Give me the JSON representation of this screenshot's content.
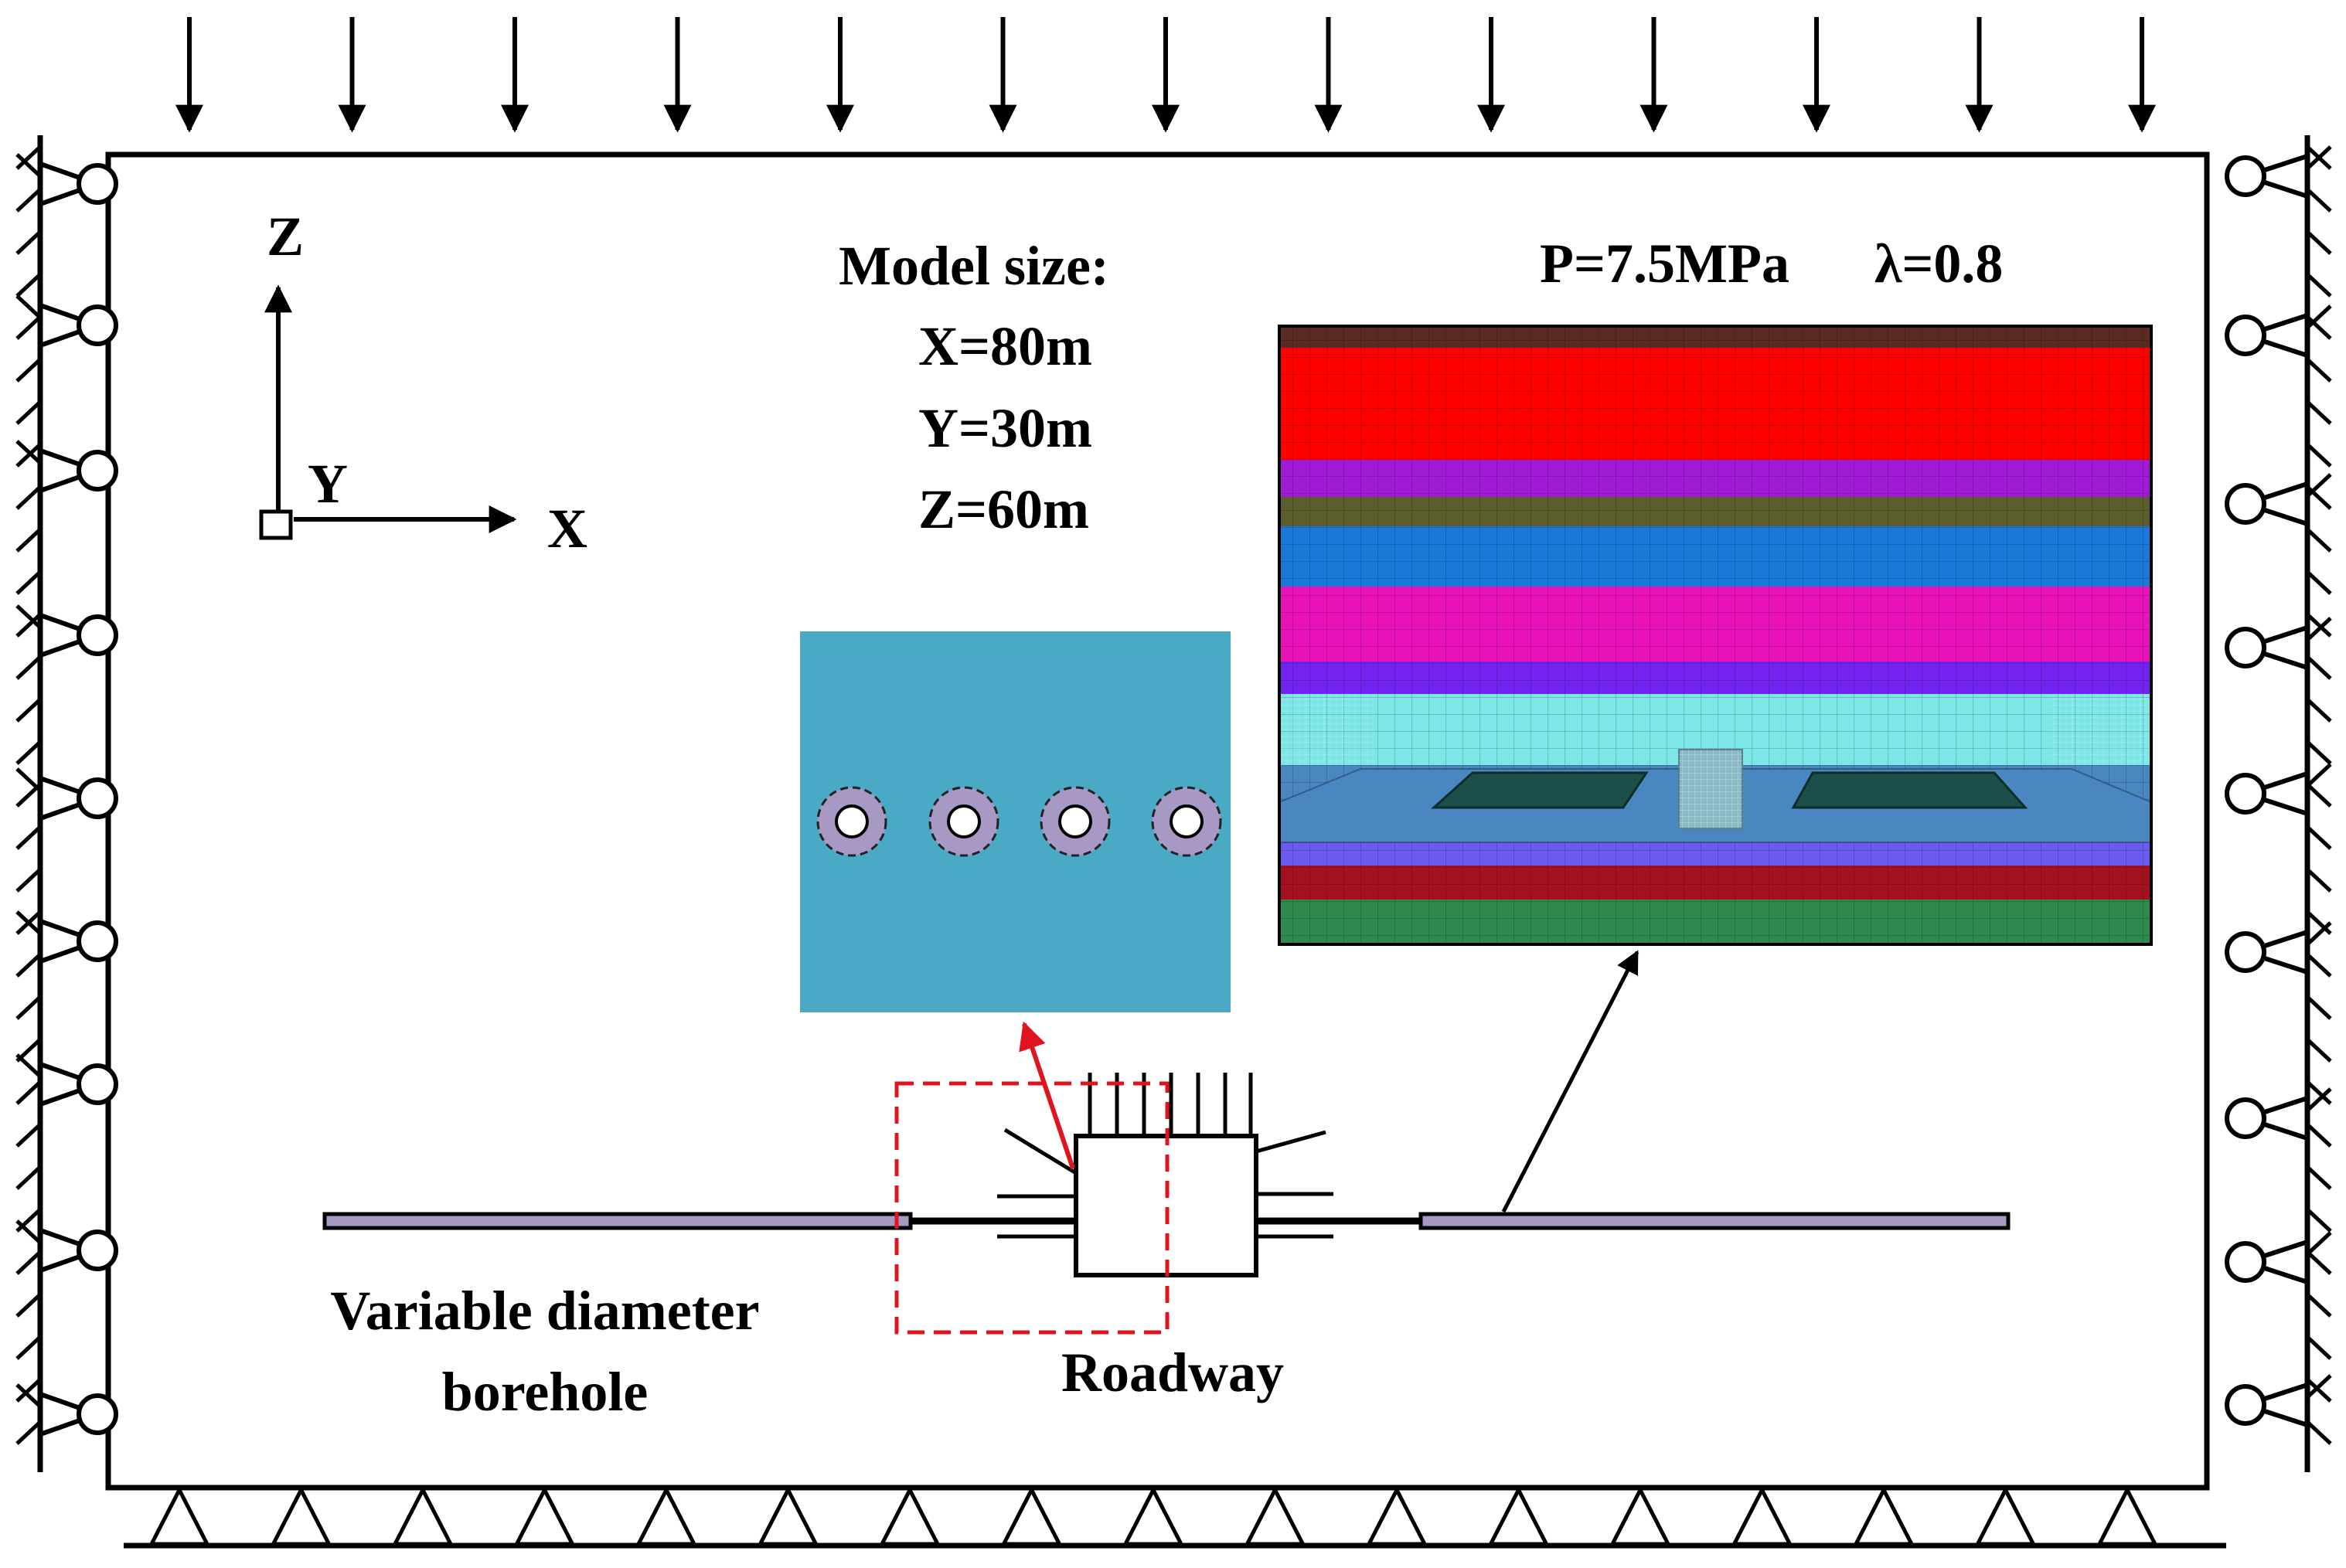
{
  "axes": {
    "z": "Z",
    "y": "Y",
    "x": "X"
  },
  "model_size": {
    "heading": "Model size:",
    "x": "X=80m",
    "y": "Y=30m",
    "z": "Z=60m"
  },
  "load": {
    "pressure": "P=7.5MPa",
    "lambda": "λ=0.8"
  },
  "labels": {
    "borehole_line1": "Variable diameter",
    "borehole_line2": "borehole",
    "roadway": "Roadway"
  },
  "colors": {
    "frame": "#000000",
    "detail_background": "#4aa9c4",
    "borehole_ring": "#a898c4",
    "borehole_bar": "#a898c4",
    "highlight_box": "#e0141e",
    "mesh_layers": [
      "#5c2a24",
      "#ff0000",
      "#ff0000",
      "#a11bd6",
      "#5b5e2c",
      "#1a78d8",
      "#e812b8",
      "#7323f0",
      "#7de6e6",
      "#4a86bf",
      "#6a5cf0",
      "#a4101f",
      "#2e8a4e"
    ]
  }
}
